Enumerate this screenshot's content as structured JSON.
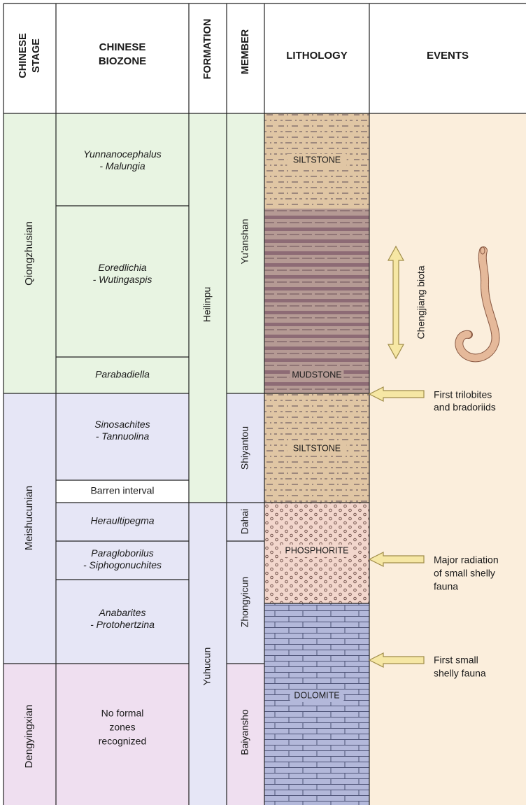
{
  "headers": {
    "stage": [
      "CHINESE",
      "STAGE"
    ],
    "biozone": [
      "CHINESE",
      "BIOZONE"
    ],
    "formation": "FORMATION",
    "member": "MEMBER",
    "lithology": "LITHOLOGY",
    "events": "EVENTS"
  },
  "stages": [
    {
      "label": "Qiongzhusian",
      "color": "#e8f4e2"
    },
    {
      "label": "Meishucunian",
      "color": "#e6e6f6"
    },
    {
      "label": "Dengyingxian",
      "color": "#efdff0"
    }
  ],
  "biozones": [
    {
      "lines": [
        "Yunnanocephalus",
        "- Malungia"
      ],
      "italic": true
    },
    {
      "lines": [
        "Eoredlichia",
        "- Wutingaspis"
      ],
      "italic": true
    },
    {
      "lines": [
        "Parabadiella"
      ],
      "italic": true
    },
    {
      "lines": [
        "Sinosachites",
        "- Tannuolina"
      ],
      "italic": true
    },
    {
      "lines": [
        "Barren interval"
      ],
      "italic": false
    },
    {
      "lines": [
        "Heraultipegma"
      ],
      "italic": true
    },
    {
      "lines": [
        "Paragloborilus",
        "- Siphogonuchites"
      ],
      "italic": true
    },
    {
      "lines": [
        "Anabarites",
        "- Protohertzina"
      ],
      "italic": true
    },
    {
      "lines": [
        "No formal",
        "zones",
        "recognized"
      ],
      "italic": false
    }
  ],
  "formations": [
    {
      "label": "Heilinpu"
    },
    {
      "label": "Yuhucun"
    }
  ],
  "members": [
    {
      "label": "Yu'anshan"
    },
    {
      "label": "Shiyantou"
    },
    {
      "label": "Dahai"
    },
    {
      "label": "Zhongyicun"
    },
    {
      "label": "Baiyansho"
    }
  ],
  "lithology": [
    {
      "label": "SILTSTONE",
      "pattern": "siltstone"
    },
    {
      "label": "MUDSTONE",
      "pattern": "mudstone"
    },
    {
      "label": "SILTSTONE",
      "pattern": "siltstone"
    },
    {
      "label": "PHOSPHORITE",
      "pattern": "phosphorite"
    },
    {
      "label": "DOLOMITE",
      "pattern": "dolomite"
    }
  ],
  "events": {
    "chengjiang": "Chengjiang biota",
    "arrows": [
      {
        "lines": [
          "First trilobites",
          "and bradoriids"
        ]
      },
      {
        "lines": [
          "Major radiation",
          "of small shelly",
          "fauna"
        ]
      },
      {
        "lines": [
          "First small",
          "shelly fauna"
        ]
      }
    ]
  },
  "colors": {
    "events_bg": "#fbeedc",
    "arrow_fill": "#f6e7a4",
    "arrow_stroke": "#a08d4a",
    "silt_bg": "#e0c6a4",
    "mud_bg": "#b59a94",
    "mud_band": "#8d6b75",
    "phos_bg": "#f2d6cc",
    "dolo_bg": "#b3b8da",
    "worm": "#e5b99a"
  }
}
